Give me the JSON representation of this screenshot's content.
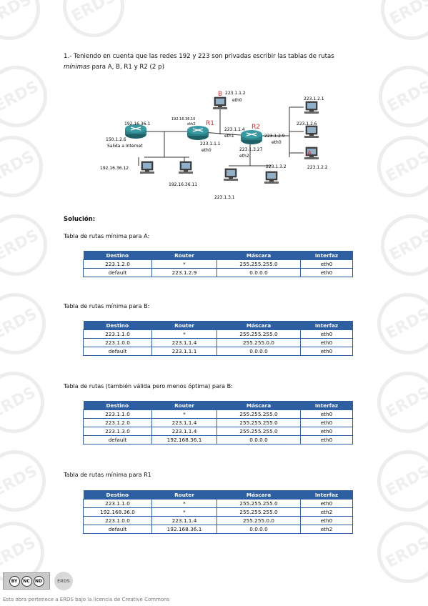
{
  "question": {
    "line1": "1.- Teniendo en cuenta que las redes 192 y 223 son privadas escribir las tablas de rutas",
    "line2_em": "mínimas",
    "line2_rest": " para A, B, R1 y R2 (2 p)"
  },
  "diagram": {
    "labels": {
      "b": "B",
      "b_ip": "223.1.1.2",
      "b_iface": "eth0",
      "r1": "R1",
      "r2": "R2",
      "a": "A",
      "a_ip": "223.1.2.2",
      "gw_ip": "192.16.36.1",
      "internet_ip": "150.1.2.6",
      "internet": "Salida a Internet",
      "r1_eth2_ip": "192.16.36.10",
      "r1_eth2": "eth2",
      "r1_eth0_ip": "223.1.1.1",
      "r1_eth0": "eth0",
      "r2_eth1_ip": "223.1.1.4",
      "r2_eth1": "eth1",
      "r2_eth0_ip": "223.1.2.9",
      "r2_eth0": "eth0",
      "r2_eth2_ip": "223.1.3.27",
      "r2_eth2": "eth2",
      "host_2_1": "223.1.2.1",
      "host_2_6": "223.1.2.6",
      "host_3_2": "223.1.3.2",
      "host_3_1": "223.1.3.1",
      "host_36_12": "192.16.36.12",
      "host_36_11": "192.16.36.11"
    }
  },
  "solution_label": "Solución:",
  "headers": [
    "Destino",
    "Router",
    "Máscara",
    "Interfaz"
  ],
  "tables": [
    {
      "label": "Tabla de rutas mínima para A:",
      "rows": [
        [
          "223.1.2.0",
          "*",
          "255.255.255.0",
          "eth0"
        ],
        [
          "default",
          "223.1.2.9",
          "0.0.0.0",
          "eth0"
        ]
      ]
    },
    {
      "label": "Tabla de rutas mínima para B:",
      "rows": [
        [
          "223.1.1.0",
          "*",
          "255.255.255.0",
          "eth0"
        ],
        [
          "223.1.0.0",
          "223.1.1.4",
          "255.255.0.0",
          "eth0"
        ],
        [
          "default",
          "223.1.1.1",
          "0.0.0.0",
          "eth0"
        ]
      ]
    },
    {
      "label": "Tabla de rutas (también válida pero menos óptima) para B:",
      "rows": [
        [
          "223.1.1.0",
          "*",
          "255.255.255.0",
          "eth0"
        ],
        [
          "223.1.2.0",
          "223.1.1.4",
          "255.255.255.0",
          "eth0"
        ],
        [
          "223.1.3.0",
          "223.1.1.4",
          "255.255.255.0",
          "eth0"
        ],
        [
          "default",
          "192.168.36.1",
          "0.0.0.0",
          "eth0"
        ]
      ]
    },
    {
      "label": "Tabla de rutas mínima para R1",
      "rows": [
        [
          "223.1.1.0",
          "*",
          "255.255.255.0",
          "eth0"
        ],
        [
          "192.168.36.0",
          "*",
          "255.255.255.0",
          "eth2"
        ],
        [
          "223.1.0.0",
          "223.1.1.4",
          "255.255.0.0",
          "eth0"
        ],
        [
          "default",
          "192.168.36.1",
          "0.0.0.0",
          "eth2"
        ]
      ]
    }
  ],
  "footer": {
    "watermark": "ERDS",
    "cc_by": "BY",
    "cc_nc": "NC",
    "cc_nd": "ND",
    "badge": "ERDS",
    "license_text": "Esta obra pertenece a ERDS bajo la licencia de Creative Commons"
  },
  "colors": {
    "header_bg": "#2e5fa3",
    "accent_red": "#e4282c",
    "router": "#2a7f86"
  }
}
